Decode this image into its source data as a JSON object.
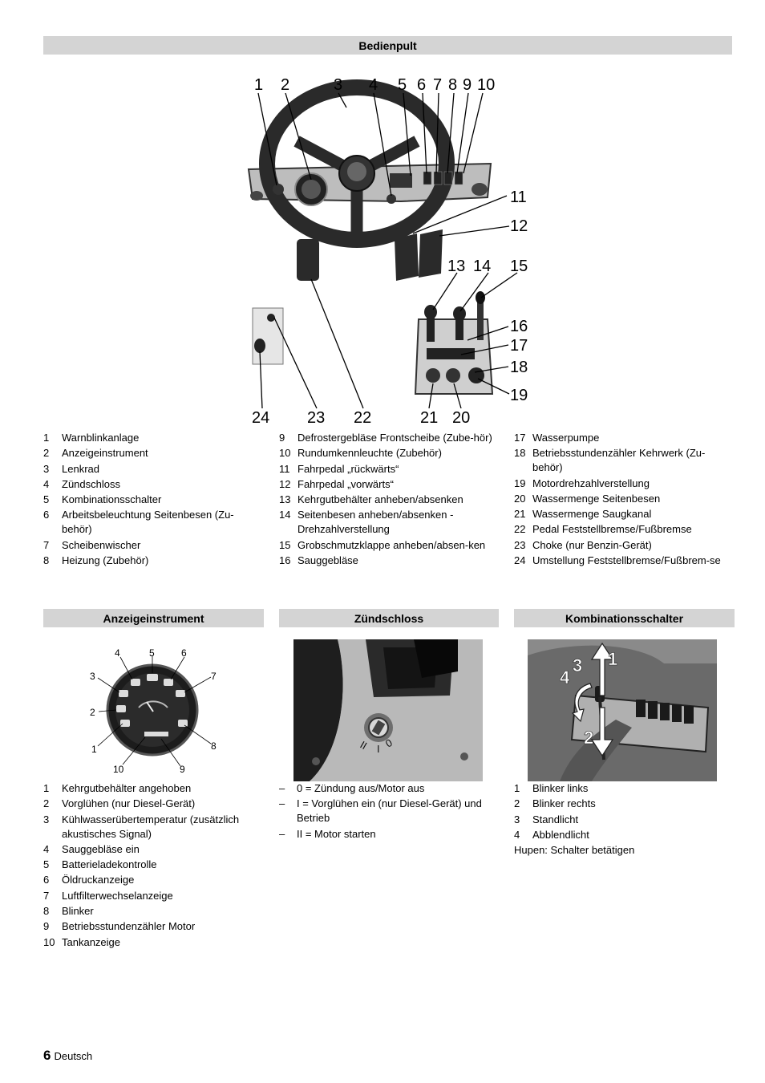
{
  "sections": {
    "bedienpult": "Bedienpult",
    "anzeige": "Anzeigeinstrument",
    "zuend": "Zündschloss",
    "kombi": "Kombinationsschalter"
  },
  "figure_main": {
    "callouts": [
      "1",
      "2",
      "3",
      "4",
      "5",
      "6",
      "7",
      "8",
      "9",
      "10",
      "11",
      "12",
      "13",
      "14",
      "15",
      "16",
      "17",
      "18",
      "19",
      "20",
      "21",
      "22",
      "23",
      "24"
    ]
  },
  "figure_gauge": {
    "callouts": [
      "1",
      "2",
      "3",
      "4",
      "5",
      "6",
      "7",
      "8",
      "9",
      "10"
    ]
  },
  "figure_ignition": {
    "marks": [
      "II",
      "I",
      "0"
    ]
  },
  "figure_combo": {
    "arrows": [
      "1",
      "2",
      "3",
      "4"
    ]
  },
  "bedienpult_col1": [
    {
      "n": "1",
      "t": "Warnblinkanlage"
    },
    {
      "n": "2",
      "t": "Anzeigeinstrument"
    },
    {
      "n": "3",
      "t": "Lenkrad"
    },
    {
      "n": "4",
      "t": "Zündschloss"
    },
    {
      "n": "5",
      "t": "Kombinationsschalter"
    },
    {
      "n": "6",
      "t": "Arbeitsbeleuchtung Seitenbesen (Zu-behör)"
    },
    {
      "n": "7",
      "t": "Scheibenwischer"
    },
    {
      "n": "8",
      "t": "Heizung (Zubehör)"
    }
  ],
  "bedienpult_col2": [
    {
      "n": "9",
      "t": "Defrostergebläse Frontscheibe (Zube-hör)"
    },
    {
      "n": "10",
      "t": "Rundumkennleuchte (Zubehör)"
    },
    {
      "n": "11",
      "t": "Fahrpedal „rückwärts“"
    },
    {
      "n": "12",
      "t": "Fahrpedal „vorwärts“"
    },
    {
      "n": "13",
      "t": "Kehrgutbehälter anheben/absenken"
    },
    {
      "n": "14",
      "t": "Seitenbesen anheben/absenken - Drehzahlverstellung"
    },
    {
      "n": "15",
      "t": "Grobschmutzklappe anheben/absen-ken"
    },
    {
      "n": "16",
      "t": "Sauggebläse"
    }
  ],
  "bedienpult_col3": [
    {
      "n": "17",
      "t": "Wasserpumpe"
    },
    {
      "n": "18",
      "t": "Betriebsstundenzähler Kehrwerk (Zu-behör)"
    },
    {
      "n": "19",
      "t": "Motordrehzahlverstellung"
    },
    {
      "n": "20",
      "t": "Wassermenge Seitenbesen"
    },
    {
      "n": "21",
      "t": "Wassermenge Saugkanal"
    },
    {
      "n": "22",
      "t": "Pedal Feststellbremse/Fußbremse"
    },
    {
      "n": "23",
      "t": "Choke (nur Benzin-Gerät)"
    },
    {
      "n": "24",
      "t": "Umstellung Feststellbremse/Fußbrem-se"
    }
  ],
  "anzeige_list": [
    {
      "n": "1",
      "t": "Kehrgutbehälter angehoben"
    },
    {
      "n": "2",
      "t": "Vorglühen (nur Diesel-Gerät)"
    },
    {
      "n": "3",
      "t": "Kühlwasserübertemperatur (zusätzlich akustisches Signal)"
    },
    {
      "n": "4",
      "t": "Sauggebläse ein"
    },
    {
      "n": "5",
      "t": "Batterieladekontrolle"
    },
    {
      "n": "6",
      "t": "Öldruckanzeige"
    },
    {
      "n": "7",
      "t": "Luftfilterwechselanzeige"
    },
    {
      "n": "8",
      "t": "Blinker"
    },
    {
      "n": "9",
      "t": "Betriebsstundenzähler Motor"
    },
    {
      "n": "10",
      "t": "Tankanzeige"
    }
  ],
  "zuend_list": [
    {
      "d": "–",
      "t": "0 = Zündung aus/Motor aus"
    },
    {
      "d": "–",
      "t": "I = Vorglühen ein (nur Diesel-Gerät) und Betrieb"
    },
    {
      "d": "–",
      "t": "II = Motor starten"
    }
  ],
  "kombi_list": [
    {
      "n": "1",
      "t": "Blinker links"
    },
    {
      "n": "2",
      "t": "Blinker rechts"
    },
    {
      "n": "3",
      "t": "Standlicht"
    },
    {
      "n": "4",
      "t": "Abblendlicht"
    }
  ],
  "kombi_note": "Hupen: Schalter betätigen",
  "footer": {
    "page": "6",
    "lang": "Deutsch"
  }
}
